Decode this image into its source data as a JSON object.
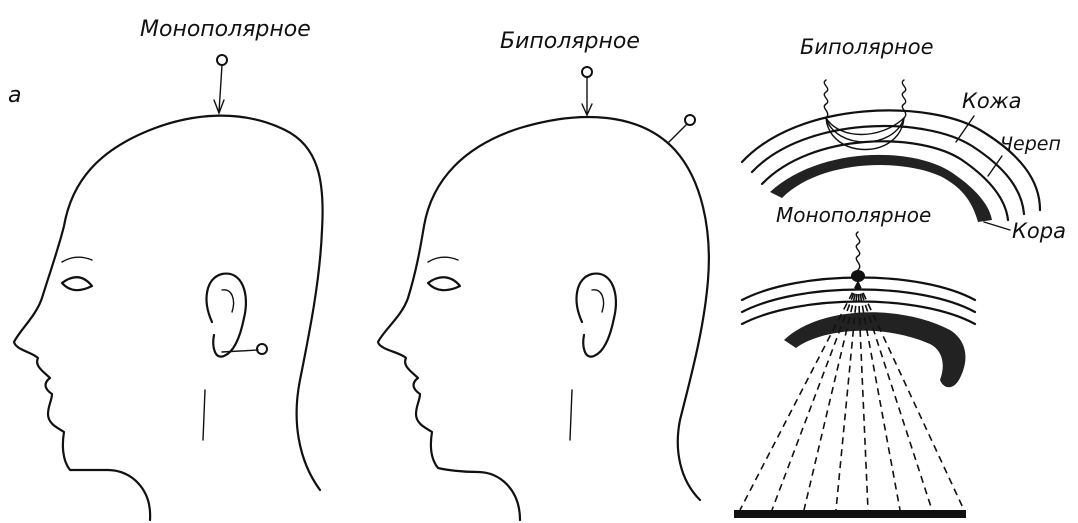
{
  "panel_letter": "a",
  "left_head": {
    "label": "Монополярное"
  },
  "middle_head": {
    "label": "Биполярное"
  },
  "right_top": {
    "label": "Биполярное",
    "layers": {
      "skin": "Кожа",
      "skull": "Череп",
      "cortex": "Кора"
    }
  },
  "right_bottom": {
    "label": "Монополярное"
  }
}
